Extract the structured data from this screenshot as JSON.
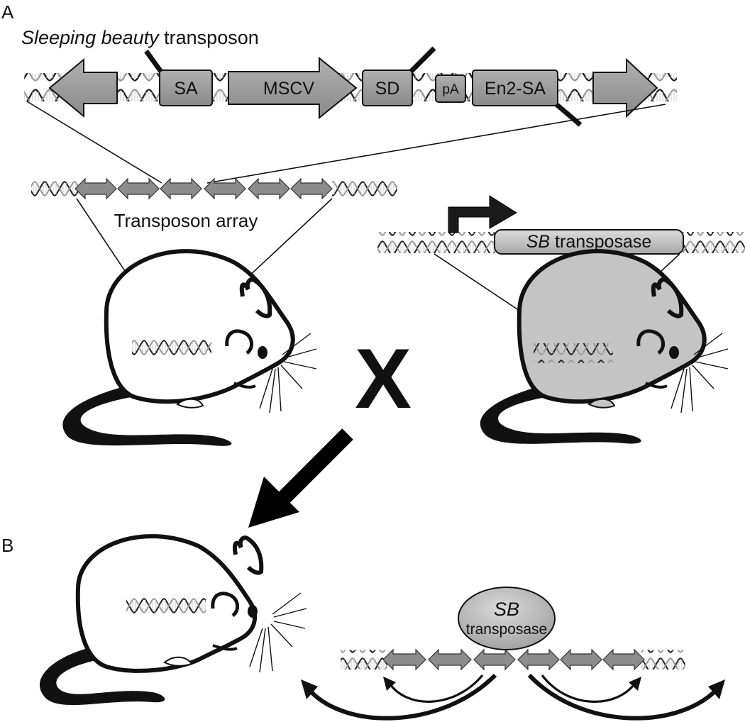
{
  "panels": {
    "a": "A",
    "b": "B"
  },
  "transposon": {
    "title_italic": "Sleeping beauty",
    "title_rest": " transposon",
    "elements": [
      "SA",
      "MSCV",
      "SD",
      "pA",
      "En2-SA"
    ]
  },
  "array": {
    "label": "Transposon array"
  },
  "transposase_construct": {
    "label_italic": "SB",
    "label_rest": " transposase"
  },
  "cross_symbol": "X",
  "bubble": {
    "line1": "SB",
    "line2": "transposase"
  },
  "colors": {
    "element_fill": "#9a9a9a",
    "array_arrow_fill": "#8c8c8c",
    "transposase_fill": "#c2c2c2",
    "mouse_shaded_fill": "#c4c4c4",
    "ink": "#000000"
  }
}
